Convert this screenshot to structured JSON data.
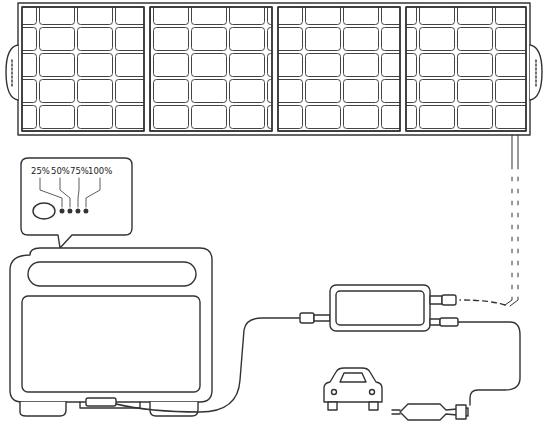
{
  "diagram": {
    "labels": [
      "25%",
      "50%",
      "75%",
      "100%"
    ]
  }
}
